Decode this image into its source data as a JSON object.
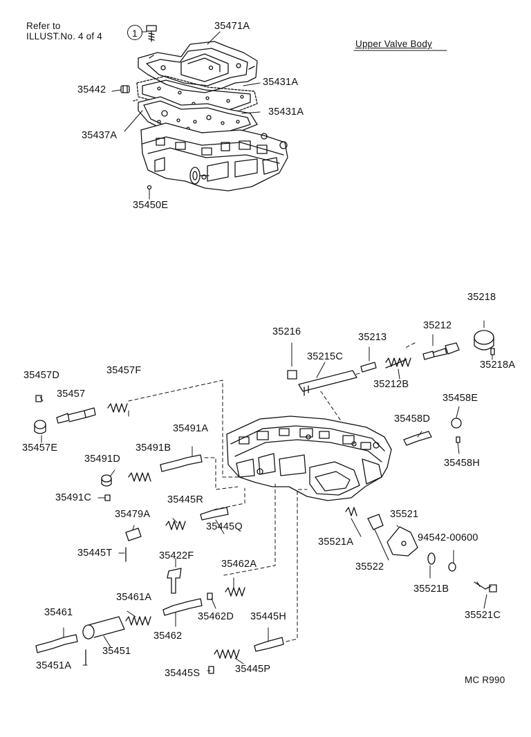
{
  "title": "Upper Valve Body",
  "refer_note": {
    "line1": "Refer to",
    "line2": "ILLUST.No. 4 of 4",
    "circled_ref": "1"
  },
  "diagram_code": "MC R990",
  "parts": {
    "p35471A": "35471A",
    "p35431A_1": "35431A",
    "p35431A_2": "35431A",
    "p35442": "35442",
    "p35437A": "35437A",
    "p35450E": "35450E",
    "p35218": "35218",
    "p35216": "35216",
    "p35213": "35213",
    "p35212": "35212",
    "p35215C": "35215C",
    "p35218A": "35218A",
    "p35212B": "35212B",
    "p35457D": "35457D",
    "p35457F": "35457F",
    "p35457": "35457",
    "p35458E": "35458E",
    "p35458D": "35458D",
    "p35457E": "35457E",
    "p35491A": "35491A",
    "p35491D": "35491D",
    "p35491B": "35491B",
    "p35458H": "35458H",
    "p35491C": "35491C",
    "p35445R": "35445R",
    "p35479A": "35479A",
    "p35445Q": "35445Q",
    "p35521": "35521",
    "p35521A": "35521A",
    "p94542": "94542-00600",
    "p35445T": "35445T",
    "p35422F": "35422F",
    "p35522": "35522",
    "p35462A": "35462A",
    "p35521B": "35521B",
    "p35461A": "35461A",
    "p35461": "35461",
    "p35462D": "35462D",
    "p35521C": "35521C",
    "p35445H": "35445H",
    "p35451": "35451",
    "p35462": "35462",
    "p35451A": "35451A",
    "p35445S": "35445S",
    "p35445P": "35445P"
  }
}
